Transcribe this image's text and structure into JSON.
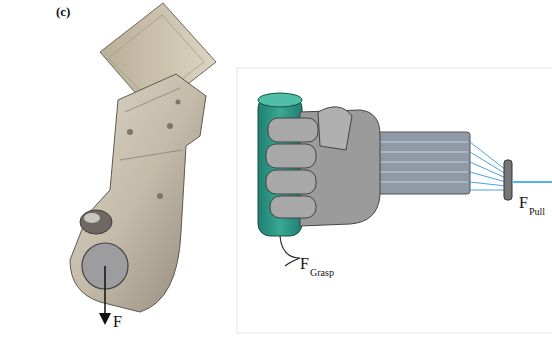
{
  "diagram": {
    "labels": [
      "(c)",
      "F",
      "F",
      "Grasp",
      "F",
      "Pull"
    ]
  }
}
